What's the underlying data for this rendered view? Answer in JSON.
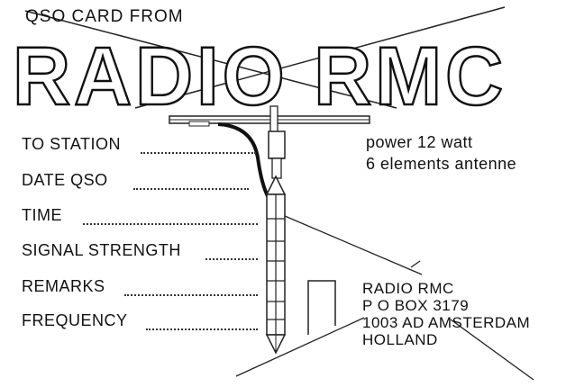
{
  "header": {
    "text": "QSO CARD FROM"
  },
  "logo": {
    "text": "RADIO RMC"
  },
  "fields": [
    {
      "label": "TO STATION"
    },
    {
      "label": "DATE QSO"
    },
    {
      "label": "TIME"
    },
    {
      "label": "SIGNAL STRENGTH"
    },
    {
      "label": "REMARKS"
    },
    {
      "label": "FREQUENCY"
    }
  ],
  "specs": {
    "power": "power 12 watt",
    "antenna": "6 elements antenne"
  },
  "address": {
    "line1": "RADIO RMC",
    "line2": "P O BOX  3179",
    "line3": "1003 AD AMSTERDAM",
    "line4": "HOLLAND"
  }
}
